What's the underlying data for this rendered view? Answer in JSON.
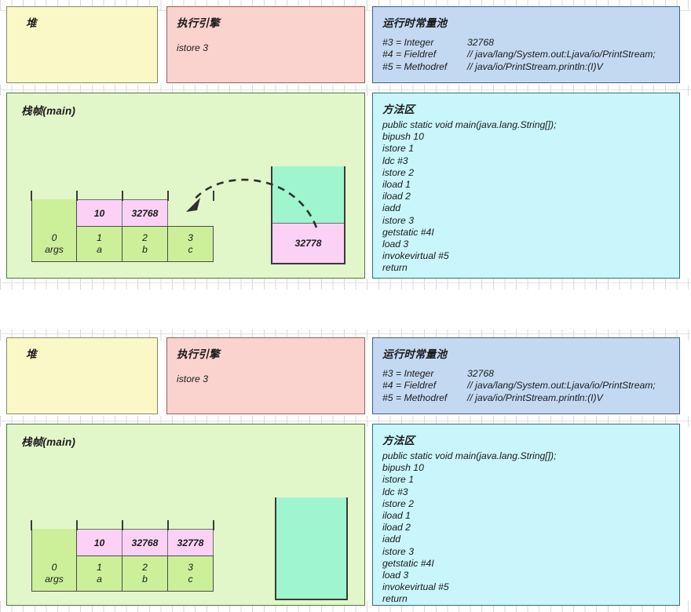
{
  "panels": {
    "heap_title": "堆",
    "engine_title": "执行引擎",
    "engine_instruction": "istore 3",
    "rcp_title": "运行时常量池",
    "frame_title": "栈帧(main)",
    "metharea_title": "方法区"
  },
  "constant_pool": [
    {
      "key": "#3 = Integer",
      "value": "32768"
    },
    {
      "key": "#4 = Fieldref",
      "value": "// java/lang/System.out:Ljava/io/PrintStream;"
    },
    {
      "key": "#5 = Methodref",
      "value": "// java/io/PrintStream.println:(I)V"
    }
  ],
  "method_area_code": [
    "public static void main(java.lang.String[]);",
    "bipush 10",
    "istore 1",
    "ldc #3",
    "istore 2",
    "iload 1",
    "iload 2",
    "iadd",
    "istore 3",
    "getstatic #4I",
    "load 3",
    "invokevirtual #5",
    "return"
  ],
  "step_before": {
    "local_variable_table": [
      {
        "index": "0",
        "name": "args",
        "value": "",
        "filled": false
      },
      {
        "index": "1",
        "name": "a",
        "value": "10",
        "filled": true
      },
      {
        "index": "2",
        "name": "b",
        "value": "32768",
        "filled": true
      },
      {
        "index": "3",
        "name": "c",
        "value": "",
        "filled": false
      }
    ],
    "operand_stack": [
      "32778"
    ]
  },
  "step_after": {
    "local_variable_table": [
      {
        "index": "0",
        "name": "args",
        "value": "",
        "filled": false
      },
      {
        "index": "1",
        "name": "a",
        "value": "10",
        "filled": true
      },
      {
        "index": "2",
        "name": "b",
        "value": "32768",
        "filled": true
      },
      {
        "index": "3",
        "name": "c",
        "value": "32778",
        "filled": true
      }
    ],
    "operand_stack": []
  },
  "colors": {
    "heap": "#fbf8c8",
    "engine": "#fad3ce",
    "constant_pool": "#c3d9f2",
    "frame": "#e2f7c9",
    "method_area": "#c9f6fb",
    "value_cell": "#fbd2f6",
    "slot_cell": "#ccf09a",
    "stack_fill": "#9ff5ce"
  }
}
